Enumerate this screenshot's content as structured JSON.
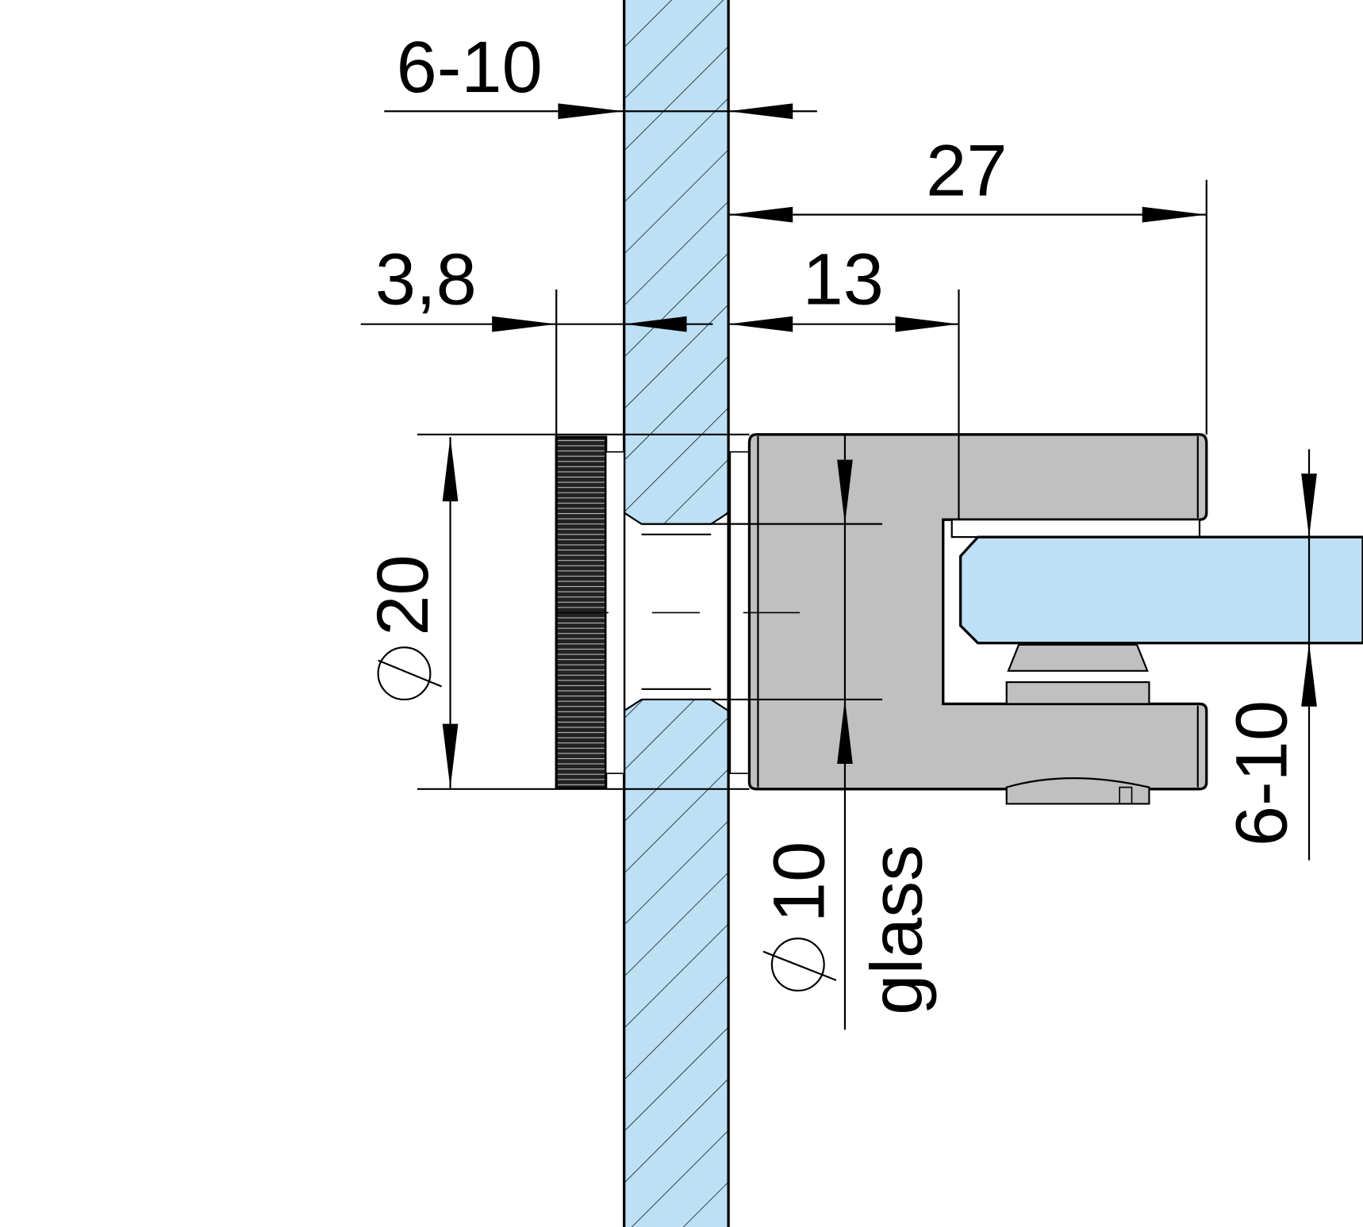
{
  "drawing": {
    "dimensions": {
      "wall_glass_thickness": "6-10",
      "clamp_depth": "27",
      "cap_thickness": "3,8",
      "clamp_offset": "13",
      "cap_diameter": "20",
      "hole_diameter": "10",
      "hole_label": "glass",
      "shelf_glass_thickness": "6-10"
    },
    "colors": {
      "glass": "#bde0f5",
      "metal": "#c0c0c0",
      "cap": "#1a1a1a"
    }
  }
}
